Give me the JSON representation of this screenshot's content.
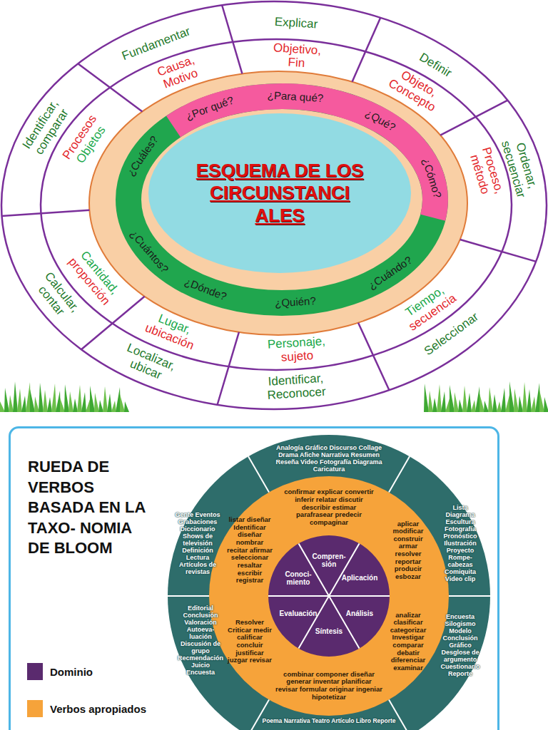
{
  "diagram": {
    "nodes": [
      {
        "text": [
          "ESQUEMA DE LOS CIRCUNSTANCI ALES"
        ]
      },
      {
        "text": [
          "RUEDA DE VERBOS BASADA EN LA TAXO- NOMIA DE BLOOM"
        ]
      }
    ],
    "labels": [
      "¿Por qué?",
      "Causa, Motivo",
      "Fundamentar",
      "¿Para qué?",
      "Objetivo, Fin",
      "Explicar",
      "¿Qué?",
      "Objeto, Concepto",
      "Definir",
      "¿Cómo?",
      "Proceso, método",
      "Ordenar, secuenciar",
      "¿Cuándo?",
      "Tiempo,",
      "secuencia",
      "Seleccionar",
      "¿Quién?",
      "Personaje,",
      "sujeto",
      "Identificar, Reconocer",
      "¿Dónde?",
      "Lugar,",
      "ubicación",
      "Localizar, ubicar",
      "¿Cuántos?",
      "Cantidad,",
      "proporción",
      "Calcular, contar",
      "¿Cuáles?",
      "Procesos",
      "Objetos",
      "Identificar, comparar",
      "Compren- sión",
      "Aplicación",
      "Análisis",
      "Síntesis",
      "Evaluación",
      "Conoci- miento",
      "confirmar explicar convertir inferir relatar discutir describir estimar parafrasear predecir compaginar",
      "aplicar modificar construir armar resolver reportar producir esbozar",
      "analizar clasificar categorizar Investigar comparar debatir diferenciar examinar",
      "combinar componer diseñar generar inventar planificar revisar formular originar ingeniar hipotetizar",
      "Resolver Criticar medir calificar concluir justificar juzgar revisar",
      "listar diseñar Identificar diseñar nombrar recitar afirmar seleccionar resaltar escribir registrar",
      "Analogía Gráfico Discurso Collage Drama Afiche Narrativa Resumen Reseña Video Fotografía Diagrama Caricatura",
      "Lista Diagrama Escultura Fotografía Pronóstico Ilustración Proyecto Rompe- cabezas Comiquita Video clip",
      "Encuesta Silogismo Modelo Conclusión Gráfico Desglose de argumento Cuestionario Reporte",
      "Poema Narrativa Teatro Artículo Libro Reporte",
      "Editorial Conclusión Valoración Autoeva- luación Discusión de grupo Recmendación Juicio Encuesta",
      "Gente Eventos Grabaciones Diccionario Shows de televisión Definición Lectura Artículos de revistas"
    ],
    "legend": [
      {
        "text": "Dominio",
        "color": "#5a2a6e"
      },
      {
        "text": "Verbos apropiados",
        "color": "#f6a33a"
      }
    ]
  }
}
